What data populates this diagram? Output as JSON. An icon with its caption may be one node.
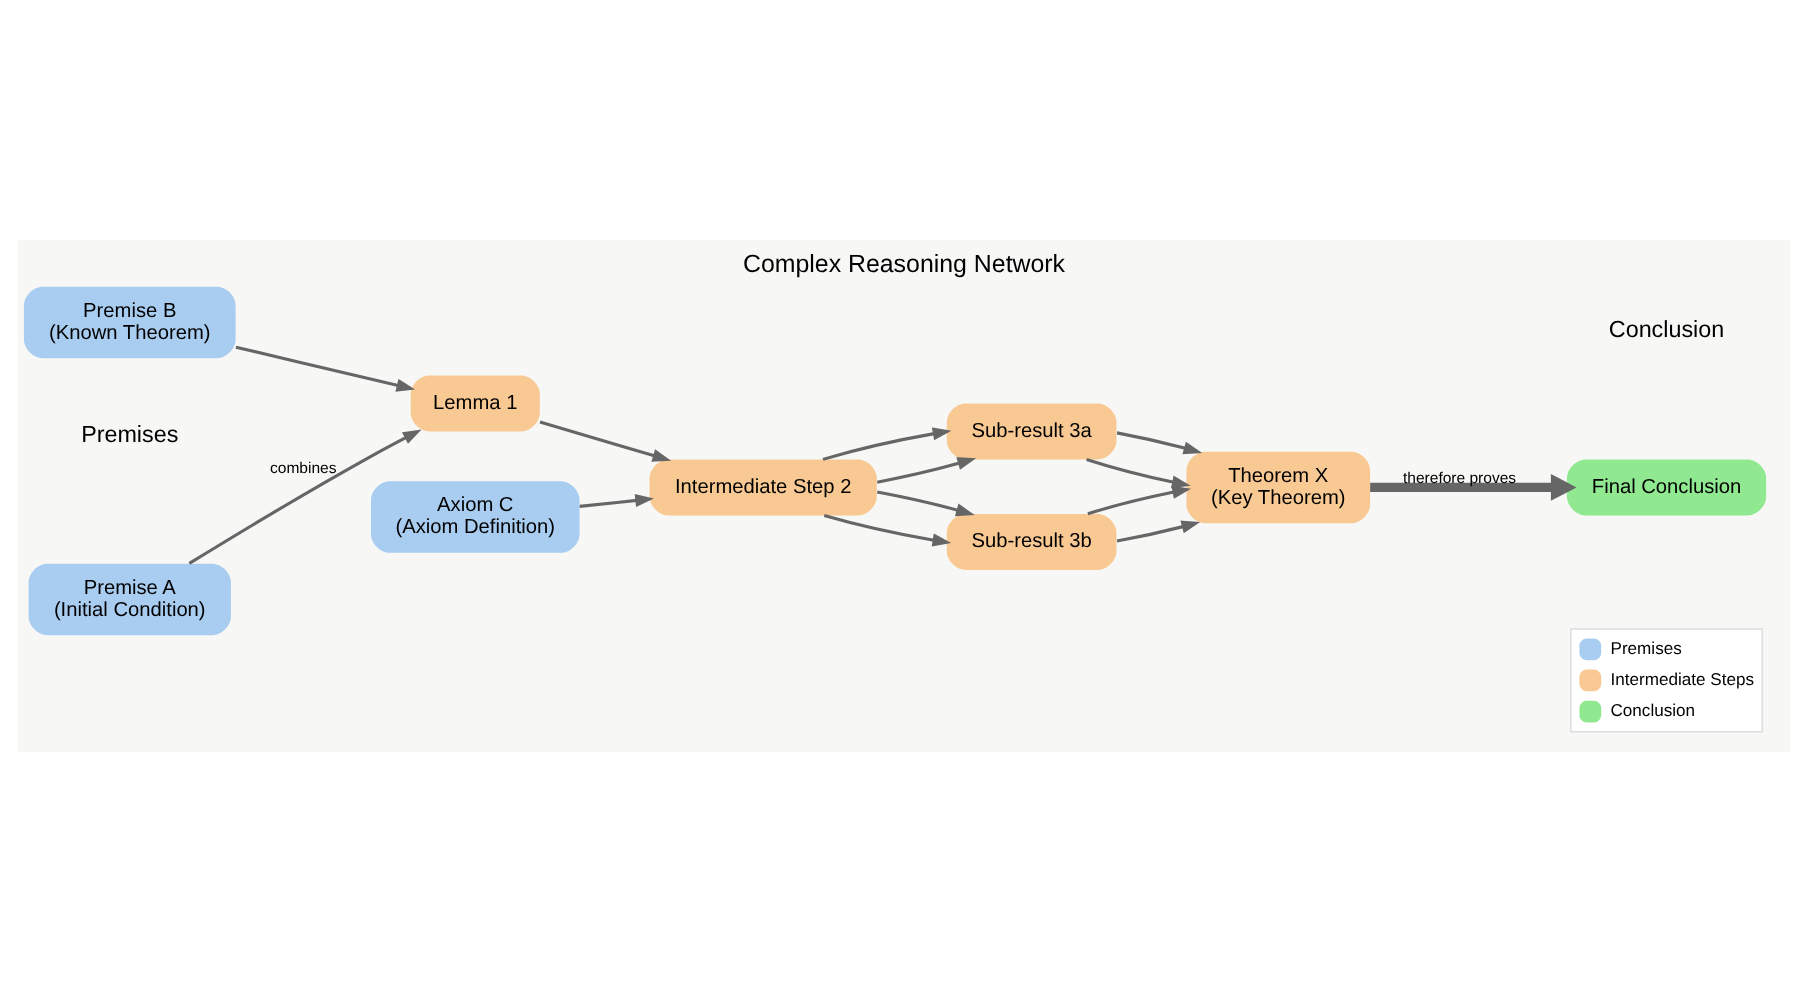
{
  "diagram": {
    "title": "Complex Reasoning Network",
    "nodes": [
      {
        "text": [
          "Premise A",
          "(Initial Condition)"
        ]
      },
      {
        "text": [
          "Premise B",
          "(Known Theorem)"
        ]
      },
      {
        "text": [
          "Axiom C",
          "(Axiom Definition)"
        ]
      },
      {
        "text": [
          "Lemma 1"
        ]
      },
      {
        "text": [
          "Intermediate Step 2"
        ]
      },
      {
        "text": [
          "Sub-result 3a"
        ]
      },
      {
        "text": [
          "Sub-result 3b"
        ]
      },
      {
        "text": [
          "Theorem X",
          "(Key Theorem)"
        ]
      },
      {
        "text": [
          "Final Conclusion"
        ]
      }
    ],
    "edges": [
      {
        "from": 0,
        "to": 3,
        "arrow": "to",
        "label": "combines"
      },
      {
        "from": 1,
        "to": 3,
        "arrow": "to"
      },
      {
        "from": 3,
        "to": 4,
        "arrow": "to"
      },
      {
        "from": 2,
        "to": 4,
        "arrow": "to"
      },
      {
        "from": 4,
        "to": 5,
        "arrow": "to"
      },
      {
        "from": 4,
        "to": 5,
        "arrow": "to"
      },
      {
        "from": 4,
        "to": 6,
        "arrow": "to"
      },
      {
        "from": 4,
        "to": 6,
        "arrow": "to"
      },
      {
        "from": 5,
        "to": 7,
        "arrow": "to"
      },
      {
        "from": 5,
        "to": 7,
        "arrow": "to"
      },
      {
        "from": 6,
        "to": 7,
        "arrow": "to"
      },
      {
        "from": 6,
        "to": 7,
        "arrow": "to"
      },
      {
        "from": 7,
        "to": 8,
        "arrow": "to",
        "label": "therefore proves",
        "style": "thick"
      }
    ],
    "labels": [
      "Premises",
      "Conclusion"
    ],
    "legend": [
      {
        "text": "Premises",
        "color": "#a9cdf0"
      },
      {
        "text": "Intermediate Steps",
        "color": "#f9c994"
      },
      {
        "text": "Conclusion",
        "color": "#90e890"
      }
    ]
  }
}
